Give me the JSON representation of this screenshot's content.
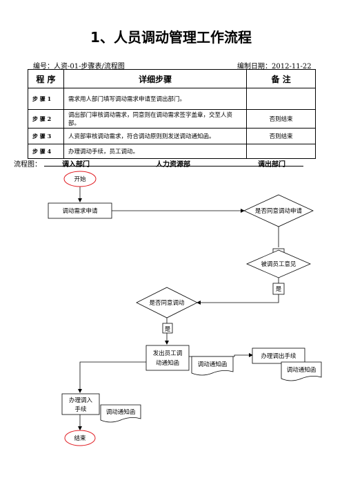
{
  "title": "1、人员调动管理工作流程",
  "meta": {
    "code_label": "编号：",
    "code_value": "人资-01-步骤表/流程图",
    "date_label": "编制日期：",
    "date_value": "2012-11-22"
  },
  "table": {
    "headers": [
      "程 序",
      "详细步骤",
      "备  注"
    ],
    "rows": [
      {
        "step": "步 骤 1",
        "detail": "需求用人部门填写调动需求申请至调出部门。",
        "note": ""
      },
      {
        "step": "步 骤 2",
        "detail": "调出部门审核调动需求，同意则在调动需求签字盖章，交至人资部。",
        "note": "否则结束"
      },
      {
        "step": "步 骤 3",
        "detail": "人资部审核调动需求，符合调动原则则发送调动通知函。",
        "note": "否则结束"
      },
      {
        "step": "步 骤 4",
        "detail": "办理调动手续，员工调动。",
        "note": ""
      }
    ]
  },
  "flow": {
    "label": "流程图：",
    "lanes": [
      "调入部门",
      "人力资源部",
      "调出部门"
    ],
    "nodes": {
      "start": "开始",
      "request": "调动需求申请",
      "dec_out_agree": "是否同意调动申请",
      "yes1": "是",
      "dec_employee": "被调员工意见",
      "yes2": "是",
      "dec_hr_agree": "是否同意调动",
      "yes3": "是",
      "issue_line1": "发出员工调",
      "issue_line2": "动通知函",
      "doc1": "调动通知函",
      "transfer_out": "办理调出手续",
      "doc2": "调动通知函",
      "transfer_in_line1": "办理调入",
      "transfer_in_line2": "手续",
      "doc3": "调动通知函",
      "end": "结束"
    }
  }
}
